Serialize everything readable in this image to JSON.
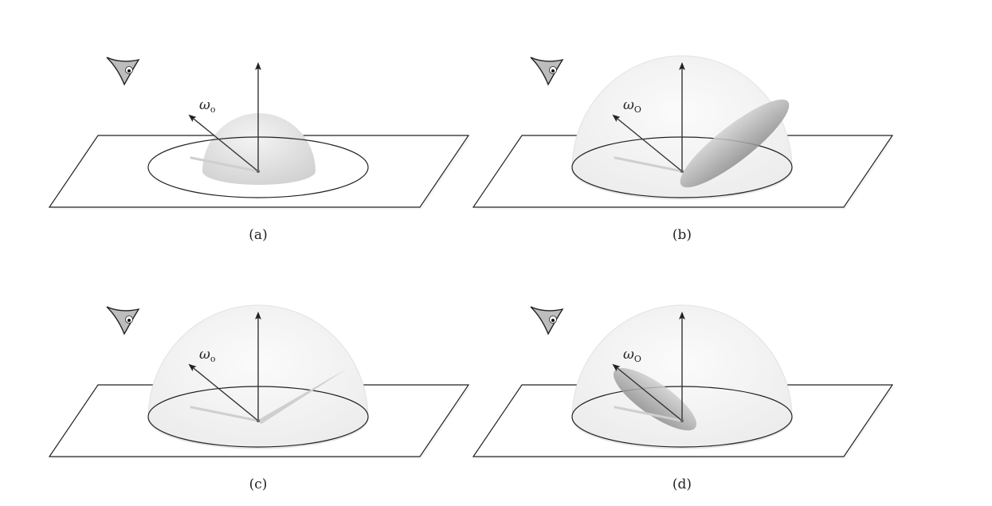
{
  "panels": [
    {
      "id": "a",
      "caption": "(a)",
      "omega_label": "ω",
      "omega_sub": "o",
      "dome": "small-diffuse",
      "lobe": "none"
    },
    {
      "id": "b",
      "caption": "(b)",
      "omega_label": "ω",
      "omega_sub": "O",
      "dome": "large-faint",
      "lobe": "glossy-specular"
    },
    {
      "id": "c",
      "caption": "(c)",
      "omega_label": "ω",
      "omega_sub": "o",
      "dome": "large-faint",
      "lobe": "perfect-specular"
    },
    {
      "id": "d",
      "caption": "(d)",
      "omega_label": "ω",
      "omega_sub": "O",
      "dome": "large-faint",
      "lobe": "retro-reflective"
    }
  ],
  "colors": {
    "line": "#222222",
    "dome": "#d8d8d8",
    "lobe": "#9a9a9a",
    "eye": "#bdbdbd"
  }
}
